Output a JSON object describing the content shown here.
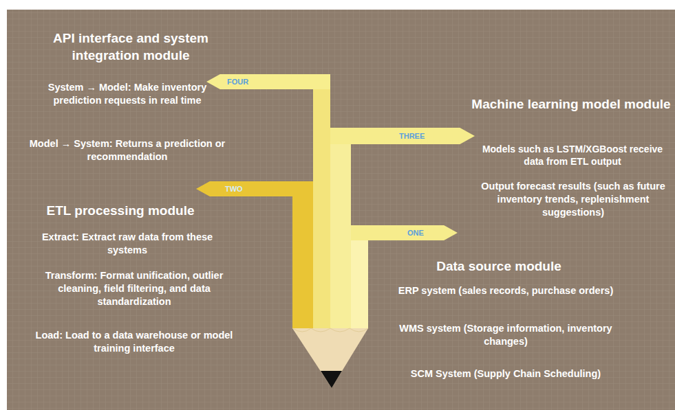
{
  "diagram": {
    "nodes": [
      {
        "text": [
          "FOUR"
        ]
      },
      {
        "text": [
          "THREE"
        ]
      },
      {
        "text": [
          "TWO"
        ]
      },
      {
        "text": [
          "ONE"
        ]
      }
    ],
    "labels": [
      "API interface and system integration module",
      "System → Model: Make inventory prediction requests in real time",
      "Model → System: Returns a prediction or recommendation",
      "Machine learning model module",
      "Models such as LSTM/XGBoost receive data from ETL output",
      "Output forecast results (such as future inventory trends, replenishment suggestions)",
      "ETL processing module",
      "Extract: Extract raw data from these systems",
      "Transform: Format unification, outlier cleaning, field filtering, and data standardization",
      "Load: Load to a data warehouse or model training interface",
      "Data source module",
      "ERP system (sales records, purchase orders)",
      "WMS system (Storage information, inventory changes)",
      "SCM System (Supply Chain Scheduling)"
    ]
  }
}
